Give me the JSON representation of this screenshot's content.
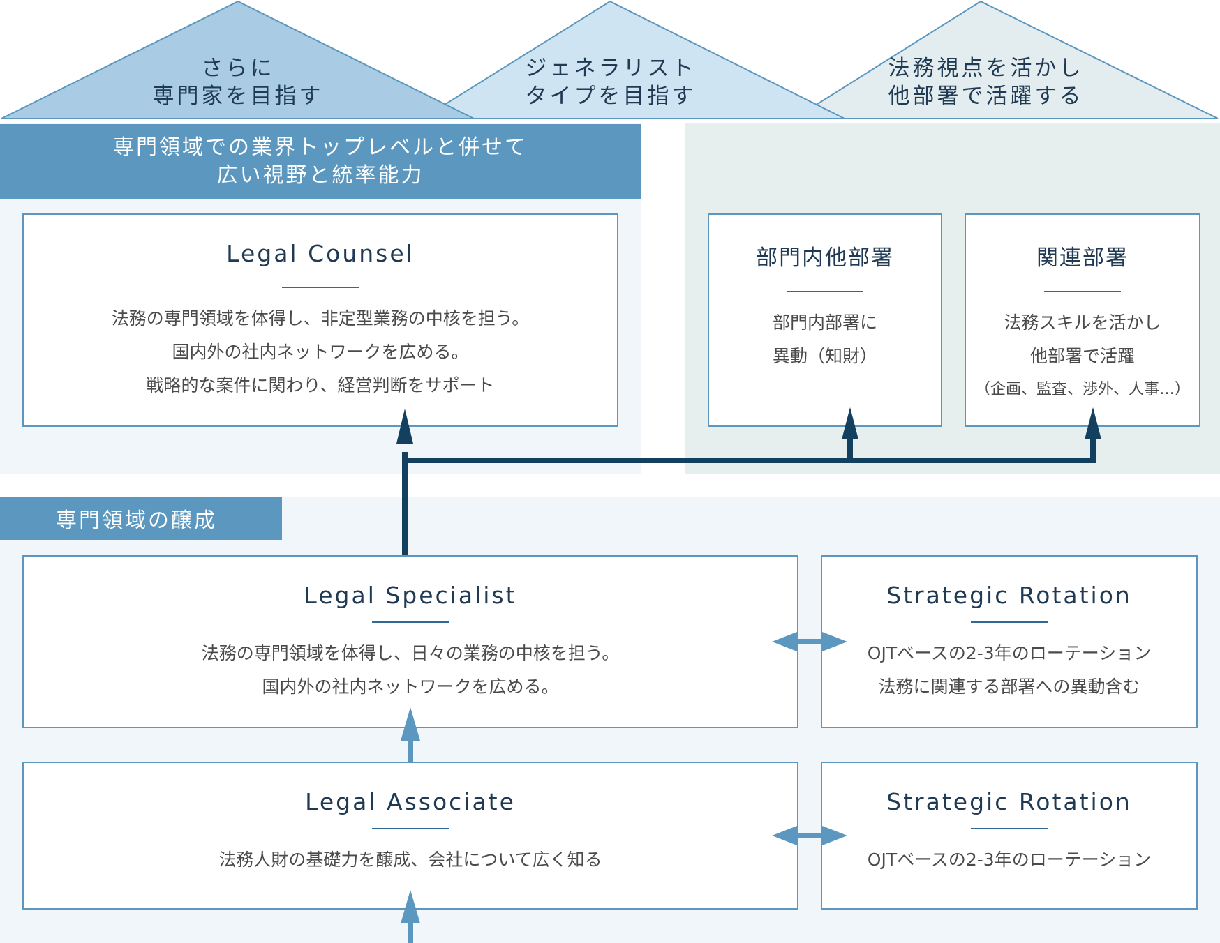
{
  "roofs": [
    {
      "line1": "さらに",
      "line2": "専門家を目指す"
    },
    {
      "line1": "ジェネラリスト",
      "line2": "タイプを目指す"
    },
    {
      "line1": "法務視点を活かし",
      "line2": "他部署で活躍する"
    }
  ],
  "upper_banner": {
    "line1": "専門領域での業界トップレベルと併せて",
    "line2": "広い視野と統率能力"
  },
  "legal_counsel": {
    "title": "Legal Counsel",
    "lines": [
      "法務の専門領域を体得し、非定型業務の中核を担う。",
      "国内外の社内ネットワークを広める。",
      "戦略的な案件に関わり、経営判断をサポート"
    ]
  },
  "dept_internal": {
    "title": "部門内他部署",
    "lines": [
      "部門内部署に",
      "異動（知財）"
    ]
  },
  "dept_related": {
    "title": "関連部署",
    "lines": [
      "法務スキルを活かし",
      "他部署で活躍"
    ],
    "note": "（企画、監査、渉外、人事…）"
  },
  "lower_banner": {
    "label": "専門領域の醸成"
  },
  "legal_specialist": {
    "title": "Legal Specialist",
    "lines": [
      "法務の専門領域を体得し、日々の業務の中核を担う。",
      "国内外の社内ネットワークを広める。"
    ]
  },
  "rotation_upper": {
    "title": "Strategic Rotation",
    "lines": [
      "OJTベースの2-3年のローテーション",
      "法務に関連する部署への異動含む"
    ]
  },
  "legal_associate": {
    "title": "Legal Associate",
    "lines": [
      "法務人財の基礎力を醸成、会社について広く知る"
    ]
  },
  "rotation_lower": {
    "title": "Strategic Rotation",
    "lines": [
      "OJTベースの2-3年のローテーション"
    ]
  },
  "colors": {
    "roof_left": "#a9cbe3",
    "roof_middle": "#cfe4f3",
    "roof_right": "#e3ecee",
    "banner": "#5b97be",
    "box_border": "#5b97be",
    "panel_blue": "#f1f6fa",
    "panel_gray": "#e6eeee",
    "arrow_dark": "#14405f",
    "arrow_light": "#5b97be"
  }
}
